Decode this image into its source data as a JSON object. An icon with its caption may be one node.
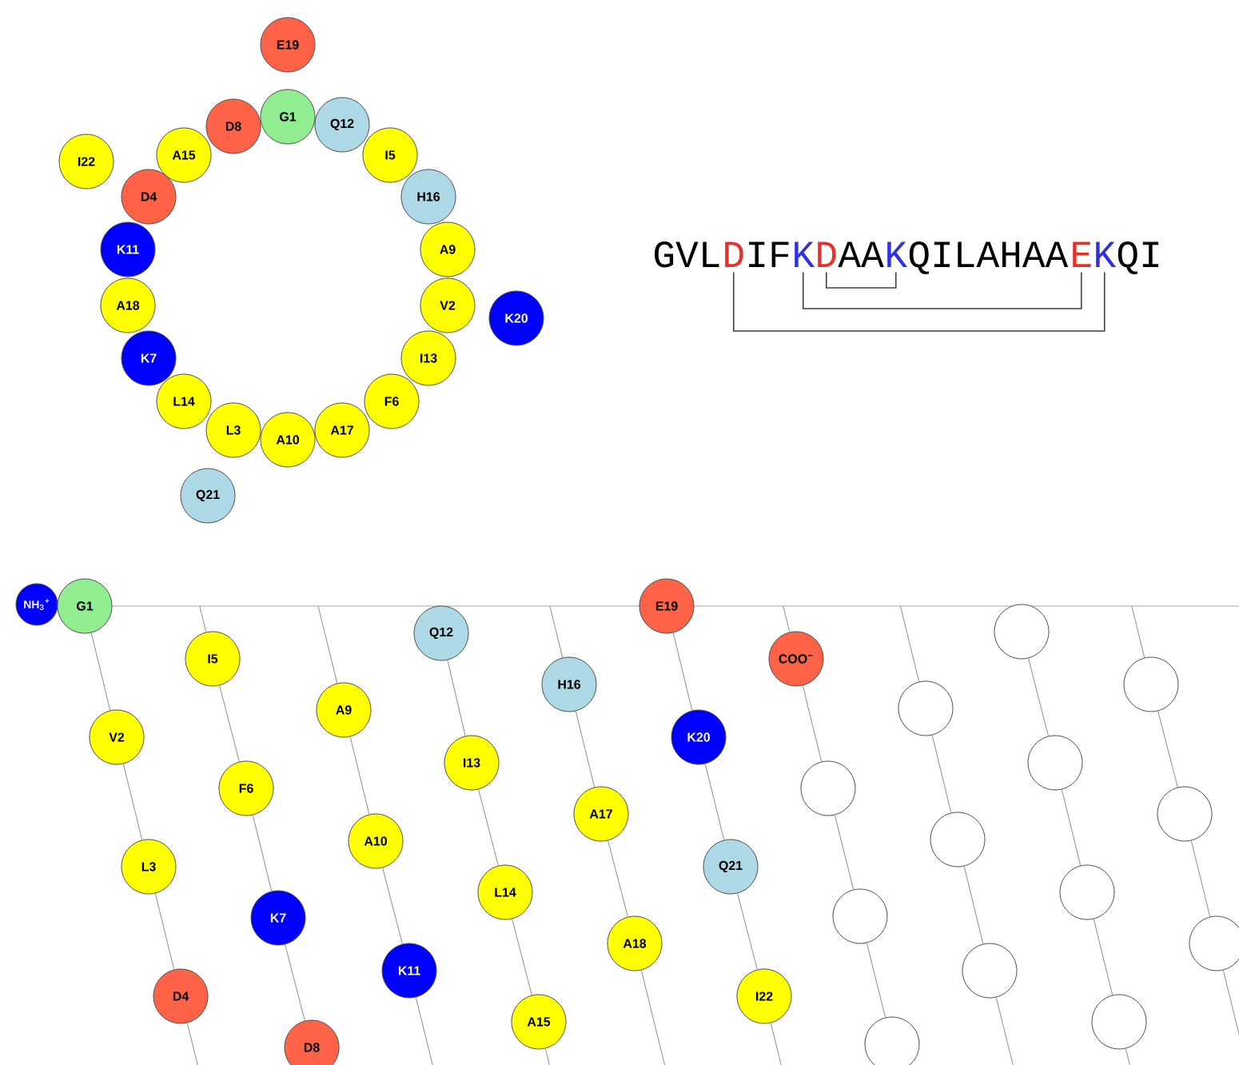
{
  "diagram": {
    "nodes": [
      {
        "text": [
          "E19"
        ]
      },
      {
        "text": [
          "G1"
        ]
      },
      {
        "text": [
          "D8"
        ]
      },
      {
        "text": [
          "Q12"
        ]
      },
      {
        "text": [
          "A15"
        ]
      },
      {
        "text": [
          "I5"
        ]
      },
      {
        "text": [
          "I22"
        ]
      },
      {
        "text": [
          "D4"
        ]
      },
      {
        "text": [
          "H16"
        ]
      },
      {
        "text": [
          "K11"
        ]
      },
      {
        "text": [
          "A9"
        ]
      },
      {
        "text": [
          "A18"
        ]
      },
      {
        "text": [
          "V2"
        ]
      },
      {
        "text": [
          "K20"
        ]
      },
      {
        "text": [
          "K7"
        ]
      },
      {
        "text": [
          "I13"
        ]
      },
      {
        "text": [
          "L14"
        ]
      },
      {
        "text": [
          "F6"
        ]
      },
      {
        "text": [
          "L3"
        ]
      },
      {
        "text": [
          "A17"
        ]
      },
      {
        "text": [
          "A10"
        ]
      },
      {
        "text": [
          "Q21"
        ]
      },
      {
        "text": [
          "GVL"
        ]
      },
      {
        "text": [
          "D"
        ]
      },
      {
        "text": [
          "IF"
        ]
      },
      {
        "text": [
          "K"
        ]
      },
      {
        "text": [
          "D"
        ]
      },
      {
        "text": [
          "AA"
        ]
      },
      {
        "text": [
          "K"
        ]
      },
      {
        "text": [
          "QILAHAA"
        ]
      },
      {
        "text": [
          "E"
        ]
      },
      {
        "text": [
          "K"
        ]
      },
      {
        "text": [
          "QI"
        ]
      },
      {
        "text": [
          "NH$_{3}$$^{+}$"
        ]
      },
      {
        "text": [
          "G1"
        ]
      },
      {
        "text": [
          "V2"
        ]
      },
      {
        "text": [
          "L3"
        ]
      },
      {
        "text": [
          "D4"
        ]
      },
      {
        "text": [
          "I5"
        ]
      },
      {
        "text": [
          "F6"
        ]
      },
      {
        "text": [
          "K7"
        ]
      },
      {
        "text": [
          "D8"
        ]
      },
      {
        "text": [
          "A9"
        ]
      },
      {
        "text": [
          "A10"
        ]
      },
      {
        "text": [
          "K11"
        ]
      },
      {
        "text": [
          "Q12"
        ]
      },
      {
        "text": [
          "I13"
        ]
      },
      {
        "text": [
          "L14"
        ]
      },
      {
        "text": [
          "A15"
        ]
      },
      {
        "text": [
          "H16"
        ]
      },
      {
        "text": [
          "A17"
        ]
      },
      {
        "text": [
          "A18"
        ]
      },
      {
        "text": [
          "E19"
        ]
      },
      {
        "text": [
          "K20"
        ]
      },
      {
        "text": [
          "Q21"
        ]
      },
      {
        "text": [
          "I22"
        ]
      },
      {
        "text": [
          "COO$^{−}$"
        ]
      },
      {
        "text": [],
        "shape": "circle"
      },
      {
        "text": [],
        "shape": "circle"
      },
      {
        "text": [],
        "shape": "circle"
      },
      {
        "text": [],
        "shape": "circle"
      },
      {
        "text": [],
        "shape": "circle"
      },
      {
        "text": [],
        "shape": "circle"
      },
      {
        "text": [],
        "shape": "circle"
      },
      {
        "text": [],
        "shape": "circle"
      },
      {
        "text": [],
        "shape": "circle"
      },
      {
        "text": [],
        "shape": "circle"
      },
      {
        "text": [],
        "shape": "circle"
      },
      {
        "text": [],
        "shape": "circle"
      },
      {
        "text": [],
        "shape": "circle"
      }
    ],
    "edges": [
      {
        "from": 23,
        "to": 31,
        "arrow": "none"
      },
      {
        "from": 25,
        "to": 30,
        "arrow": "none"
      },
      {
        "from": 26,
        "to": 28,
        "arrow": "none"
      },
      {
        "from": 34,
        "to": 35,
        "arrow": "none"
      },
      {
        "from": 35,
        "to": 36,
        "arrow": "none"
      },
      {
        "from": 36,
        "to": 37,
        "arrow": "none"
      },
      {
        "from": 38,
        "to": 39,
        "arrow": "none"
      },
      {
        "from": 39,
        "to": 40,
        "arrow": "none"
      },
      {
        "from": 40,
        "to": 41,
        "arrow": "none"
      },
      {
        "from": 42,
        "to": 43,
        "arrow": "none"
      },
      {
        "from": 43,
        "to": 44,
        "arrow": "none"
      },
      {
        "from": 45,
        "to": 46,
        "arrow": "none"
      },
      {
        "from": 46,
        "to": 47,
        "arrow": "none"
      },
      {
        "from": 47,
        "to": 48,
        "arrow": "none"
      },
      {
        "from": 49,
        "to": 50,
        "arrow": "none"
      },
      {
        "from": 50,
        "to": 51,
        "arrow": "none"
      },
      {
        "from": 52,
        "to": 53,
        "arrow": "none"
      },
      {
        "from": 53,
        "to": 54,
        "arrow": "none"
      },
      {
        "from": 54,
        "to": 55,
        "arrow": "none"
      },
      {
        "from": 56,
        "to": 57,
        "arrow": "none"
      },
      {
        "from": 57,
        "to": 58,
        "arrow": "none"
      },
      {
        "from": 58,
        "to": 59,
        "arrow": "none"
      },
      {
        "from": 60,
        "to": 61,
        "arrow": "none"
      },
      {
        "from": 61,
        "to": 62,
        "arrow": "none"
      },
      {
        "from": 63,
        "to": 64,
        "arrow": "none"
      },
      {
        "from": 64,
        "to": 65,
        "arrow": "none"
      },
      {
        "from": 65,
        "to": 66,
        "arrow": "none"
      },
      {
        "from": 67,
        "to": 68,
        "arrow": "none"
      },
      {
        "from": 68,
        "to": 69,
        "arrow": "none"
      }
    ]
  }
}
